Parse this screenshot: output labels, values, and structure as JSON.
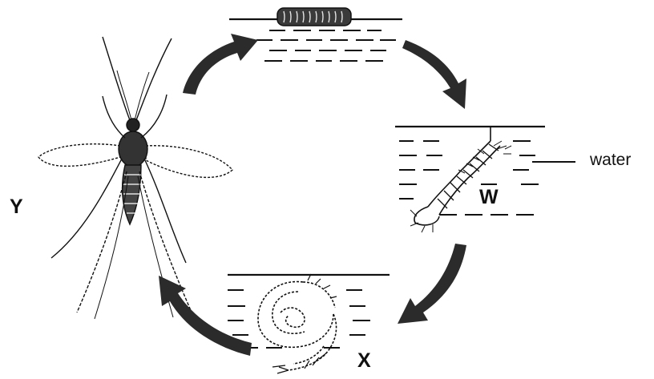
{
  "labels": {
    "stage_w": "W",
    "stage_x": "X",
    "stage_y": "Y",
    "water": "water"
  },
  "colors": {
    "ink": "#111111",
    "arrow": "#2b2b2b",
    "background": "#ffffff"
  },
  "stages": [
    {
      "id": "egg-raft",
      "icon": "egg-raft-on-water-surface"
    },
    {
      "id": "larva",
      "icon": "mosquito-larva-hanging-from-surface"
    },
    {
      "id": "pupa",
      "icon": "mosquito-pupa-comma-shaped"
    },
    {
      "id": "adult",
      "icon": "adult-mosquito"
    }
  ],
  "cycle_direction": "clockwise"
}
